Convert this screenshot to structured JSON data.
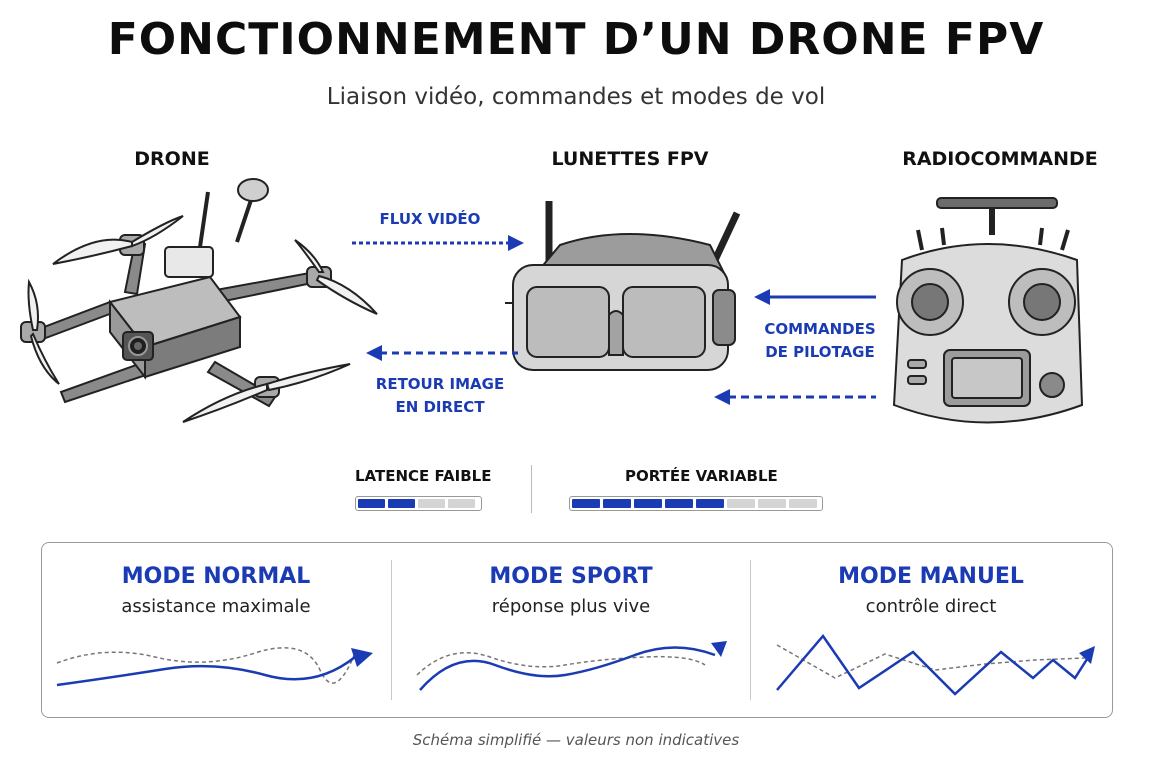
{
  "header": {
    "title": "FONCTIONNEMENT D’UN DRONE FPV",
    "subtitle": "Liaison vidéo, commandes et modes de vol"
  },
  "devices": {
    "drone": "DRONE",
    "goggles": "LUNETTES FPV",
    "radio": "RADIOCOMMANDE"
  },
  "links": {
    "video_flux": "FLUX VIDÉO",
    "image_return_line1": "RETOUR IMAGE",
    "image_return_line2": "EN DIRECT",
    "commands_line1": "COMMANDES",
    "commands_line2": "DE PILOTAGE"
  },
  "meters": {
    "latency": {
      "label": "LATENCE FAIBLE",
      "filled": 2,
      "total": 4
    },
    "range": {
      "label": "PORTÉE VARIABLE",
      "filled": 5,
      "total": 8
    }
  },
  "modes": [
    {
      "title": "MODE NORMAL",
      "subtitle": "assistance maximale"
    },
    {
      "title": "MODE SPORT",
      "subtitle": "réponse plus vive"
    },
    {
      "title": "MODE MANUEL",
      "subtitle": "contrôle direct"
    }
  ],
  "footer": "Schéma simplifié — valeurs non indicatives",
  "colors": {
    "accent": "#1a3bb3",
    "text": "#111111",
    "muted": "#555555"
  },
  "icons": [
    "fpv-drone-icon",
    "fpv-goggles-icon",
    "radio-controller-icon",
    "arrow-right-icon",
    "arrow-left-icon"
  ]
}
